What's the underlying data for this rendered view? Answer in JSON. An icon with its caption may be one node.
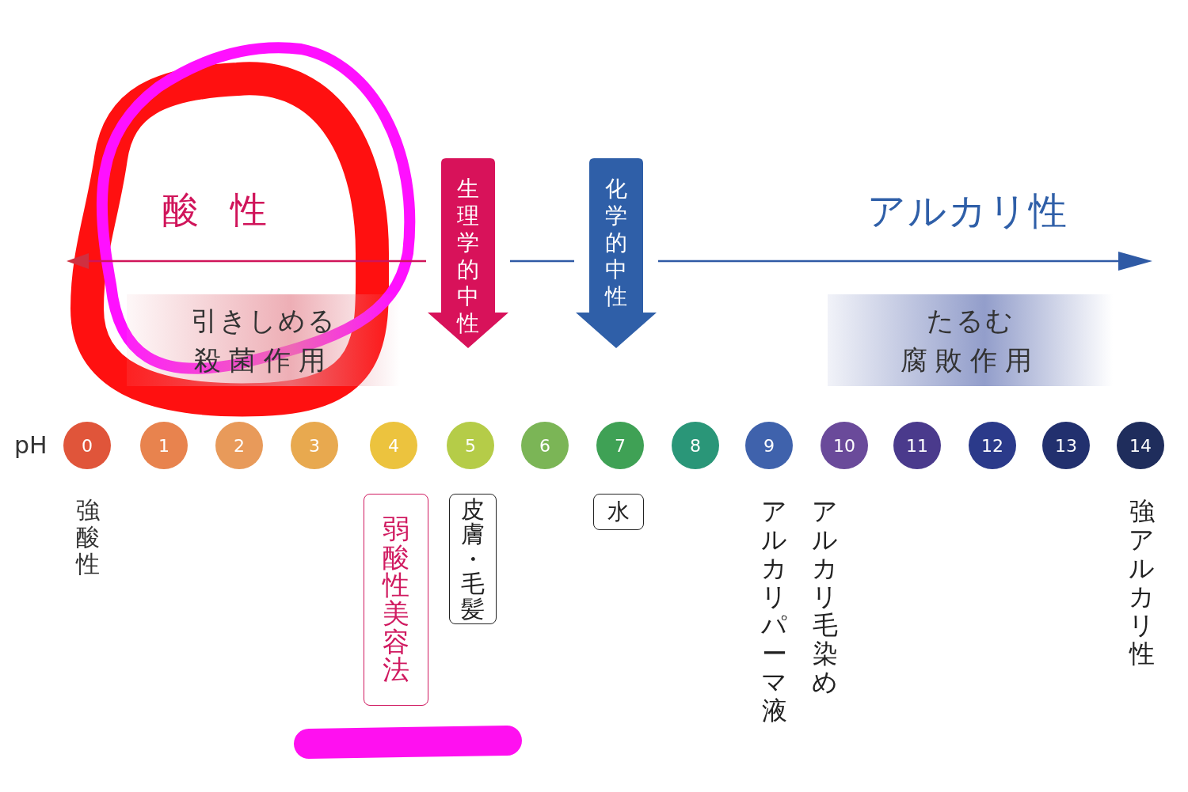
{
  "diagram": {
    "nodes": [
      {
        "text": [
          "生理学的中性"
        ]
      },
      {
        "text": [
          "化学的中性"
        ]
      },
      {
        "text": [
          "引きしめる",
          "殺菌作用"
        ]
      },
      {
        "text": [
          "たるむ",
          "腐敗作用"
        ]
      },
      {
        "text": [
          "0"
        ]
      },
      {
        "text": [
          "1"
        ]
      },
      {
        "text": [
          "2"
        ]
      },
      {
        "text": [
          "3"
        ]
      },
      {
        "text": [
          "4"
        ]
      },
      {
        "text": [
          "5"
        ]
      },
      {
        "text": [
          "6"
        ]
      },
      {
        "text": [
          "7"
        ]
      },
      {
        "text": [
          "8"
        ]
      },
      {
        "text": [
          "9"
        ]
      },
      {
        "text": [
          "10"
        ]
      },
      {
        "text": [
          "11"
        ]
      },
      {
        "text": [
          "12"
        ]
      },
      {
        "text": [
          "13"
        ]
      },
      {
        "text": [
          "14"
        ]
      },
      {
        "text": [
          "弱酸性美容法"
        ]
      },
      {
        "text": [
          "皮膚・毛髪"
        ]
      },
      {
        "text": [
          "水"
        ]
      }
    ],
    "labels": [
      "酸性",
      "アルカリ性",
      "pH",
      "強酸性",
      "アルカリパーマ液",
      "アルカリ毛染め",
      "強アルカリ性"
    ]
  }
}
